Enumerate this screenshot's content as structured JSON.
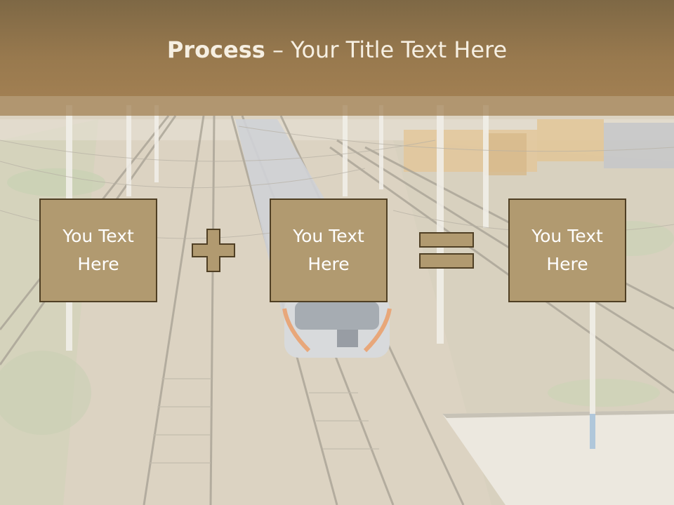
{
  "slide": {
    "title_bold": "Process",
    "title_rest": " – Your Title Text Here",
    "boxes": [
      {
        "line1": "You Text",
        "line2": "Here"
      },
      {
        "line1": "You Text",
        "line2": "Here"
      },
      {
        "line1": "You Text",
        "line2": "Here"
      }
    ],
    "operators": [
      "plus-icon",
      "equals-icon"
    ]
  },
  "colors": {
    "title_bar": "#98794e",
    "box_fill": "#b19a70",
    "box_border": "#4f3f24",
    "title_text": "#f6efe2"
  }
}
